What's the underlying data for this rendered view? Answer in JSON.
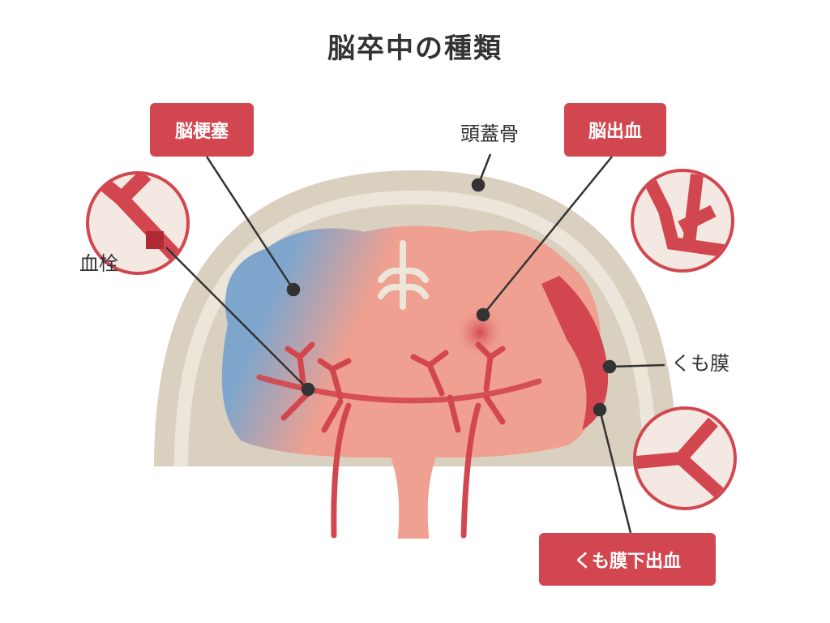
{
  "title": "脳卒中の種類",
  "labels": {
    "cerebral_infarction": "脳梗塞",
    "cerebral_hemorrhage": "脳出血",
    "subarachnoid_hemorrhage": "くも膜下出血",
    "skull": "頭蓋骨",
    "thrombus": "血栓",
    "arachnoid": "くも膜"
  },
  "colors": {
    "accent": "#d2474f",
    "skull": "#d9d0c0",
    "brain": "#f0a090",
    "ischemia": "#7ea6cc"
  }
}
